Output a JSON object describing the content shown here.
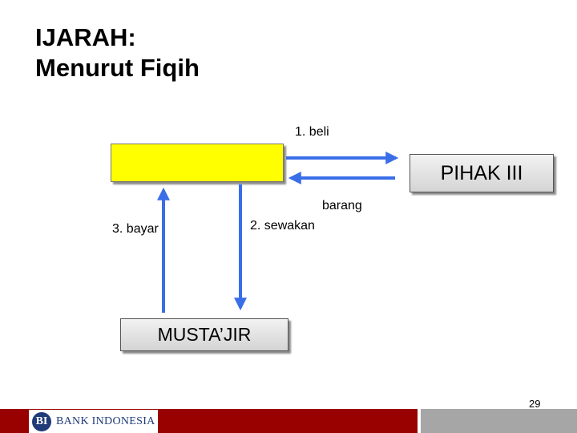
{
  "title": [
    "IJARAH:",
    "Menurut Fiqih"
  ],
  "arrow_colors": {
    "stroke": "#3a6ee8"
  },
  "boxes": {
    "top_box": {
      "text": ""
    },
    "pihak": "PIHAK III",
    "musta": "MUSTA’JIR"
  },
  "labels": {
    "beli": "1. beli",
    "barang": "barang",
    "bayar": "3. bayar",
    "sewakan": "2. sewakan"
  },
  "footer": {
    "page_number": "29",
    "logo_text": "BANK INDONESIA",
    "logo_mark": "BI"
  }
}
